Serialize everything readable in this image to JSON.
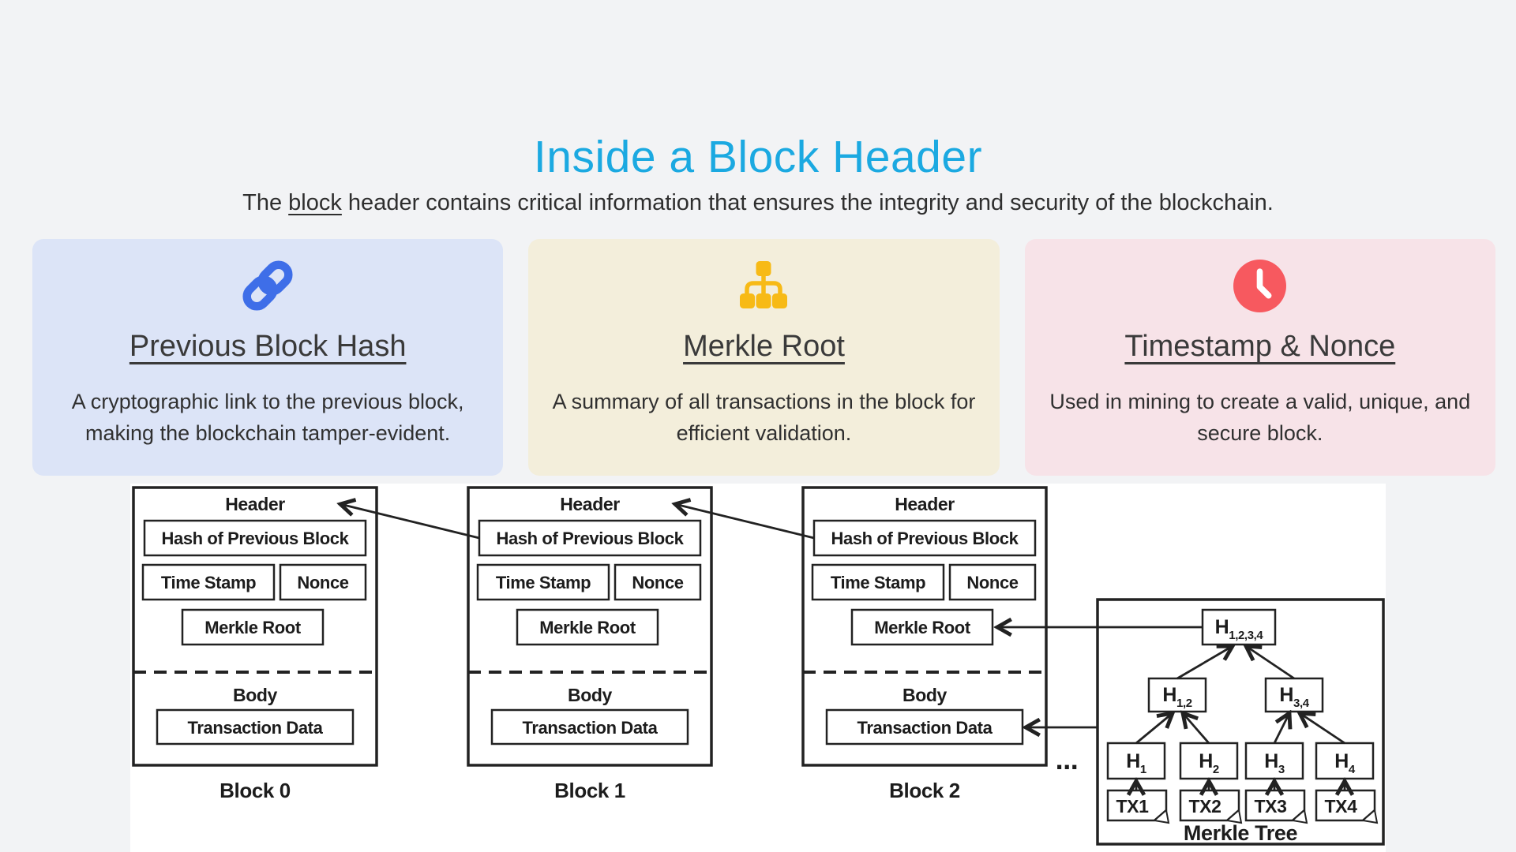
{
  "page": {
    "background": "#f2f3f5",
    "diagram_background": "#ffffff"
  },
  "header": {
    "title": "Inside a Block Header",
    "title_color": "#1ba9e1",
    "subtitle_prefix": "The ",
    "subtitle_underlined_word": "block",
    "subtitle_suffix": " header contains critical information that ensures the integrity and security of the blockchain."
  },
  "cards": [
    {
      "icon": "chain-link-icon",
      "icon_color": "#3e6ee8",
      "background": "#dce4f7",
      "title": "Previous Block Hash",
      "description": "A cryptographic link to the previous block, making the blockchain tamper-evident."
    },
    {
      "icon": "sitemap-icon",
      "icon_color": "#f7ba16",
      "background": "#f3eedb",
      "title": "Merkle Root",
      "description": "A summary of all transactions in the block for efficient validation."
    },
    {
      "icon": "clock-icon",
      "icon_color": "#f7595f",
      "background": "#f7e3e8",
      "title": "Timestamp & Nonce",
      "description": "Used in mining to create a valid, unique, and secure block."
    }
  ],
  "diagram": {
    "line_color": "#222222",
    "block_labels": [
      "Block 0",
      "Block 1",
      "Block 2"
    ],
    "block_template": {
      "header": "Header",
      "hash": "Hash of Previous Block",
      "timestamp": "Time Stamp",
      "nonce": "Nonce",
      "merkle_root": "Merkle Root",
      "body": "Body",
      "transaction_data": "Transaction Data"
    },
    "ellipsis": "...",
    "merkle_tree": {
      "caption": "Merkle Tree",
      "root": {
        "main": "H",
        "sub": "1,2,3,4"
      },
      "level2": [
        {
          "main": "H",
          "sub": "1,2"
        },
        {
          "main": "H",
          "sub": "3,4"
        }
      ],
      "leaves": [
        {
          "main": "H",
          "sub": "1"
        },
        {
          "main": "H",
          "sub": "2"
        },
        {
          "main": "H",
          "sub": "3"
        },
        {
          "main": "H",
          "sub": "4"
        }
      ],
      "transactions": [
        "TX1",
        "TX2",
        "TX3",
        "TX4"
      ]
    }
  }
}
